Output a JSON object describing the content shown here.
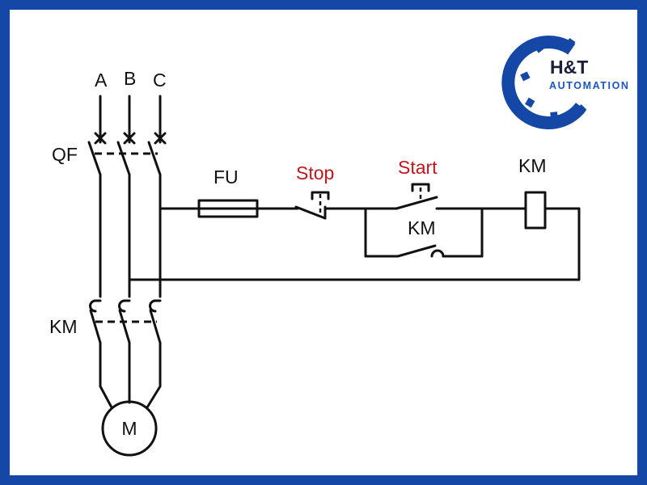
{
  "colors": {
    "frame": "#1547a6",
    "background": "#ffffff",
    "line": "#111111",
    "label_red": "#c0171c",
    "logo_gear": "#1547a6",
    "logo_text_dark": "#1a1f3a",
    "logo_text_blue": "#1a55c4"
  },
  "labels": {
    "phase_a": "A",
    "phase_b": "B",
    "phase_c": "C",
    "breaker": "QF",
    "fuse": "FU",
    "stop": "Stop",
    "start": "Start",
    "coil": "KM",
    "hold_contact": "KM",
    "main_contactor": "KM",
    "motor": "M"
  },
  "logo": {
    "name": "H&T",
    "sub": "AUTOMATION",
    "icon": "gear-icon"
  }
}
